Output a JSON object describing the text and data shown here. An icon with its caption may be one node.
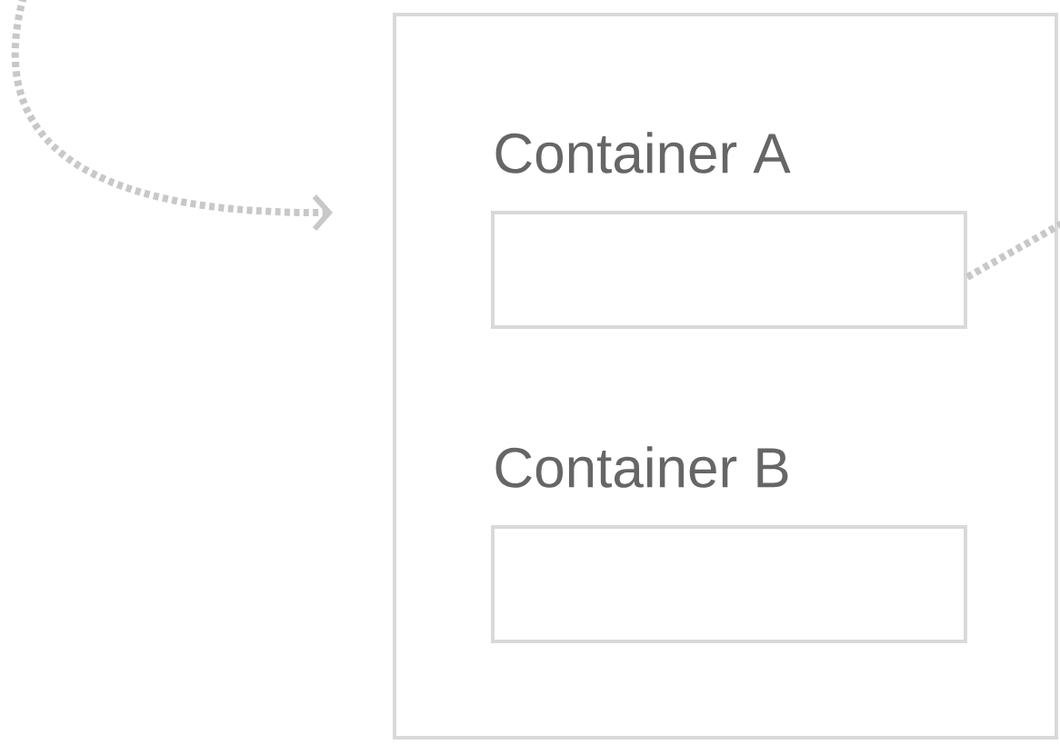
{
  "diagram": {
    "nodes": [
      {
        "text": [],
        "shape": "box"
      },
      {
        "text": [
          "Container A"
        ],
        "in": 0
      },
      {
        "text": [
          "Container B"
        ],
        "in": 0
      }
    ],
    "edges": [
      {
        "from": null,
        "to": 0,
        "arrow": "to",
        "style": "dashed"
      },
      {
        "from": 1,
        "to": null,
        "arrow": "none",
        "style": "dashed"
      }
    ]
  }
}
